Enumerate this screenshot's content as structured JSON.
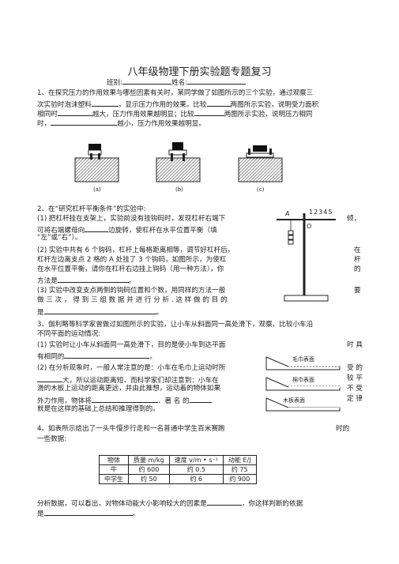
{
  "title": "八年级物理下册实验题专题复习",
  "header": {
    "class_label": "班别:",
    "name_label": "姓名:"
  },
  "q1": {
    "line1": "1、在探究压力的作用效果与哪些因素有关时，某同学做了如图所示的三个实验，通过观察三",
    "line2a": "次实验时泡沫塑料",
    "line2b": "，显示压力作用的效果。比较",
    "line2c": "两图所示实验，说明受力面积",
    "line3a": "相同时",
    "line3b": "越大，压力作用效果越明显；比较",
    "line3c": "两图所示实验，说明压力相同",
    "line4a": "时，",
    "line4b": "越小，压力作用效果越明显。",
    "fig_labels": [
      "(a)",
      "(b)",
      "(c)"
    ]
  },
  "q2": {
    "line1": "2、在“研究杠杆平衡条件”的实验中:",
    "line2": "(1) 把杠杆挂在支架上，实验前没有挂钩码时，发现杠杆右端下",
    "line2_end": "倾，",
    "line3a": "可将右端螺母向",
    "line3b": "边旋转，使杠杆在水平位置平衡（填",
    "line4": "“左”或“右”）。",
    "line5": "(2) 实验中共有 6 个钩码，杠杆上每格距离相等，调节好杠杆后，",
    "line5_end": "在",
    "line6": "杠杆左边离支点 2 格的 A 处挂了 3 个钩码，如图所示，为使杠",
    "line6_end": "杆",
    "line7": "在水平位置平衡，请你在杠杆右边挂上钩码（用一种方法），你",
    "line7_end": "的",
    "line8a": "方法是",
    "line8b": "。",
    "line9": "(3) 实验中改变支点两侧的钩码位置和个数，用同样的方法一般",
    "line9_end": "要",
    "line10": "做 三 次 ， 得 到 三 组 数 据 并 进 行 分 析 . 这 样 做 的 目 的",
    "line11a": "是",
    "line11b": "。",
    "lever_A": "A",
    "lever_nums": "12345",
    "lever_O": "O"
  },
  "q3": {
    "line1": "3、伽利略等科学家曾做过如图所示的实验，让小车从斜面同一高处滑下，观察、比较小车沿",
    "line2": "不同平面的运动情况:",
    "line3": "(1) 实验时让小车从斜面同一高处滑下，目的是使小车到达平面",
    "line3_end": "时 具",
    "line4a": "有相同的",
    "line4b": "。",
    "line5": "(2) 在分析现象时，一般人常注意的是：小车在毛巾上运动时所",
    "line5_end": "受 的",
    "line6a": "",
    "line6b": "大，所以运动距离短．而科学家们却注意到：小车在",
    "line6_end": "较 平",
    "line7": "滑的木板上运动的距离更远，并由此推想，运动着的物体如果",
    "line7_end": "不 受",
    "line8a": "外力作用，物体将",
    "line8b": "．著 名 的",
    "line8_end": "定 律",
    "line9": "就是在这样的基础上总结和推理得到的。",
    "surfaces": [
      "毛巾表面",
      "棉巾表面",
      "木板表面"
    ]
  },
  "q4": {
    "line1": "4、如表所示给出了一头牛慢步行走和一名普通中学生百米赛跑",
    "line1_end": "时的",
    "line2": "一些数据:",
    "table": {
      "headers": [
        "物体",
        "质量 m/kg",
        "速度 v/m • s⁻¹",
        "动能 E/J"
      ],
      "rows": [
        [
          "牛",
          "约 600",
          "约 0.5",
          "约 75"
        ],
        [
          "中学生",
          "约 50",
          "约 6",
          "约 900"
        ]
      ]
    },
    "line3a": "分析数据，可以看出，对物体动能大小影响较大的因素是",
    "line3b": "，你这样判断的依据",
    "line4a": "是",
    "line4b": "。"
  }
}
